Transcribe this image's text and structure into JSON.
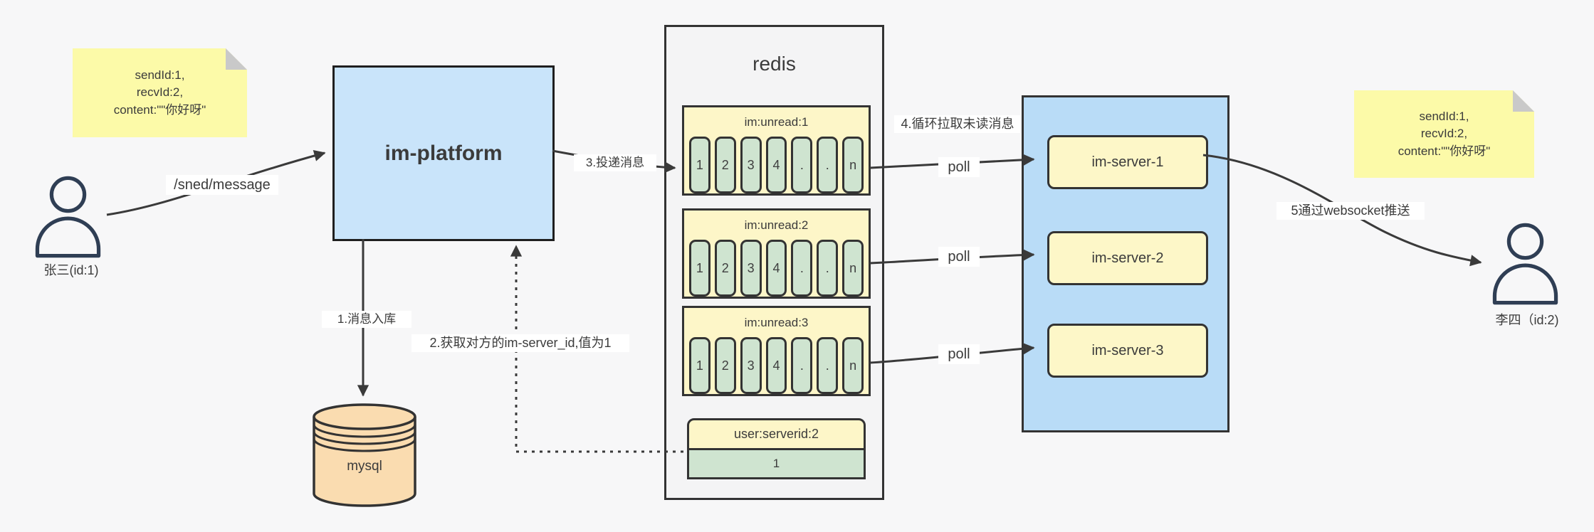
{
  "diagram_title": "im message push flow",
  "colors": {
    "background": "#f7f7f8",
    "platform_blue": "#c9e4fa",
    "servers_blue": "#b9dcf7",
    "sticky_yellow": "#fcfaa8",
    "header_yellow": "#fdf6c8",
    "cell_green": "#cfe4d0",
    "db_tan": "#fadcb0",
    "line_dark": "#3a3a3a"
  },
  "sticky_left": {
    "text": "sendId:1,\nrecvId:2,\ncontent:\"\"你好呀\""
  },
  "sticky_right": {
    "text": "sendId:1,\nrecvId:2,\ncontent:\"\"你好呀\""
  },
  "users": {
    "sender": {
      "label": "张三(id:1)"
    },
    "receiver": {
      "label": "李四（id:2)"
    }
  },
  "platform": {
    "label": "im-platform"
  },
  "database": {
    "label": "mysql"
  },
  "redis": {
    "title": "redis",
    "queues": [
      {
        "header": "im:unread:1",
        "cells": [
          "1",
          "2",
          "3",
          "4",
          ".",
          ".",
          "n"
        ]
      },
      {
        "header": "im:unread:2",
        "cells": [
          "1",
          "2",
          "3",
          "4",
          ".",
          ".",
          "n"
        ]
      },
      {
        "header": "im:unread:3",
        "cells": [
          "1",
          "2",
          "3",
          "4",
          ".",
          ".",
          "n"
        ]
      }
    ],
    "server_map": {
      "header": "user:serverid:2",
      "value": "1"
    }
  },
  "servers": {
    "items": [
      {
        "label": "im-server-1"
      },
      {
        "label": "im-server-2"
      },
      {
        "label": "im-server-3"
      }
    ]
  },
  "edges": {
    "send": "/sned/message",
    "step1": "1.消息入库",
    "step2": "2.获取对方的im-server_id,值为1",
    "step3": "3.投递消息",
    "step4": "4.循环拉取未读消息",
    "step5": "5通过websocket推送",
    "poll": "poll"
  }
}
